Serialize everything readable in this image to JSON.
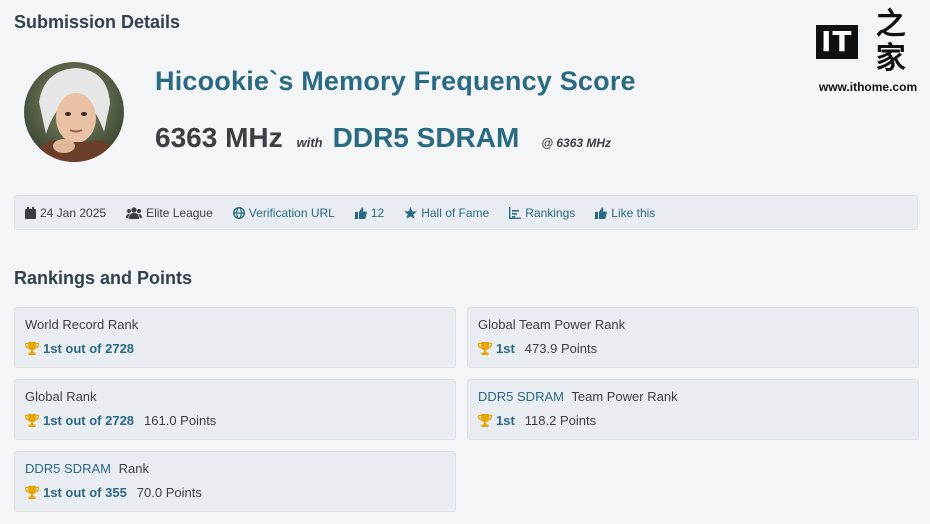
{
  "header": {
    "title": "Submission Details"
  },
  "logo": {
    "text": "IT",
    "cn": "之家",
    "url": "www.ithome.com"
  },
  "score": {
    "title": "Hicookie`s  Memory Frequency Score",
    "frequency": "6363 MHz",
    "with": "with",
    "memory": "DDR5 SDRAM",
    "at": "@ 6363 MHz"
  },
  "info": {
    "date": "24 Jan 2025",
    "league": "Elite League",
    "verification": "Verification URL",
    "likes": "12",
    "hall_of_fame": "Hall of Fame",
    "rankings": "Rankings",
    "like_this": "Like this"
  },
  "rankings": {
    "title": "Rankings and Points",
    "cards": [
      {
        "title": "World Record Rank",
        "highlight": "",
        "rank": "1st out of 2728",
        "points": ""
      },
      {
        "title": "Global Team Power Rank",
        "highlight": "",
        "rank": "1st",
        "points": "473.9 Points"
      },
      {
        "title": "Global Rank",
        "highlight": "",
        "rank": "1st out of 2728",
        "points": "161.0 Points"
      },
      {
        "title": "Team Power Rank",
        "highlight": "DDR5 SDRAM",
        "rank": "1st",
        "points": "118.2 Points"
      },
      {
        "title": "Rank",
        "highlight": "DDR5 SDRAM",
        "rank": "1st out of 355",
        "points": "70.0 Points"
      }
    ]
  },
  "colors": {
    "accent": "#2a6a82",
    "trophy": "#e8a400",
    "text": "#3b3f44"
  }
}
